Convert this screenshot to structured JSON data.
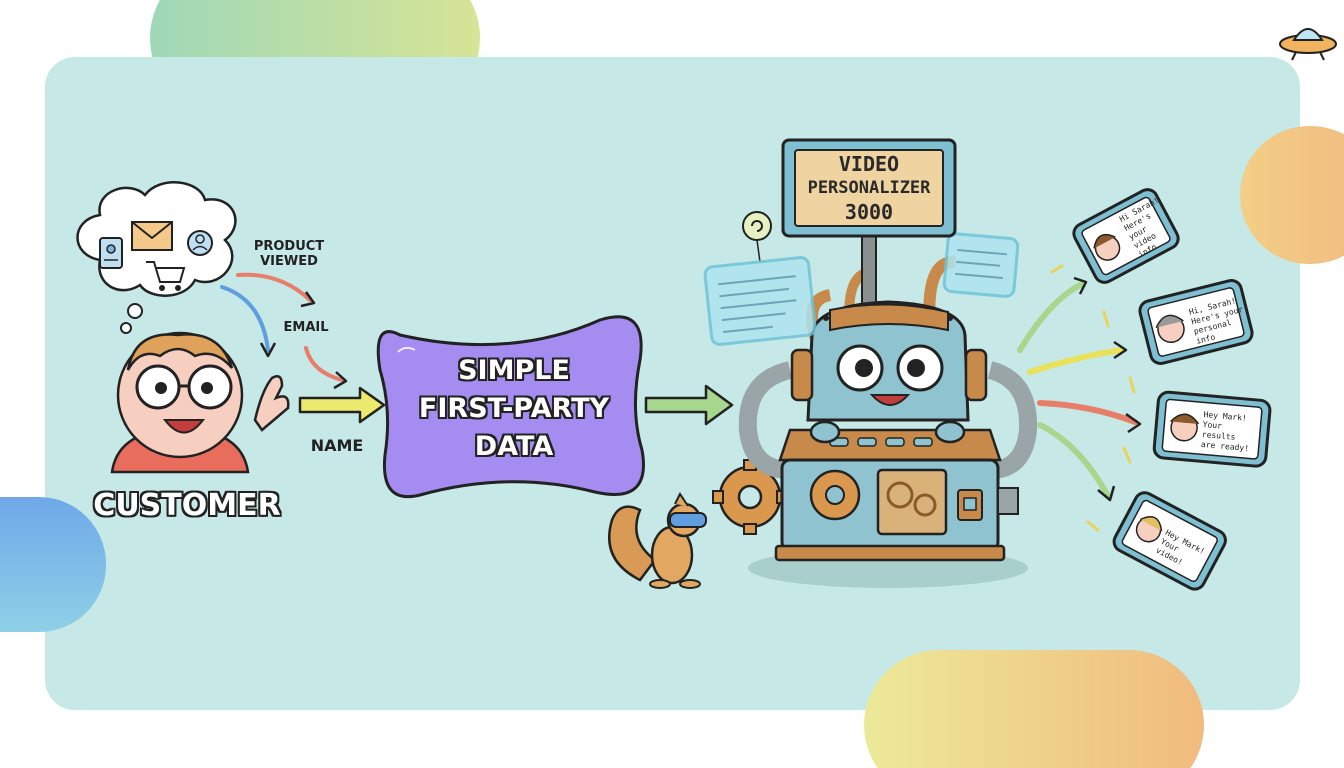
{
  "labels": {
    "product_viewed": [
      "PRODUCT",
      "VIEWED"
    ],
    "email": "EMAIL",
    "name": "NAME",
    "customer": "CUSTOMER"
  },
  "blob": {
    "lines": [
      "SIMPLE",
      "FIRST-PARTY",
      "DATA"
    ]
  },
  "sign": {
    "lines": [
      "VIDEO",
      "PERSONALIZER",
      "3000"
    ]
  },
  "phones": [
    {
      "lines": [
        "Hi Sarah!",
        "Here's your",
        "video info"
      ]
    },
    {
      "lines": [
        "Hi, Sarah!",
        "Here's your",
        "personal info"
      ]
    },
    {
      "lines": [
        "Hey Mark!",
        "Your results",
        "are ready!"
      ]
    },
    {
      "lines": [
        "Hey Mark!",
        "Your video!"
      ]
    }
  ],
  "icons": [
    "id-badge-icon",
    "envelope-icon",
    "user-circle-icon",
    "shopping-cart-icon",
    "ufo-icon",
    "gear-icon",
    "swirl-icon"
  ],
  "colors": {
    "panel": "#c6e8e6",
    "blob": "#a58cf0",
    "arrow_yellow": "#e8e25a",
    "arrow_green": "#9ccf8a",
    "arrow_red": "#e87e6a",
    "arrow_blue": "#5f9fe0",
    "machine": "#8ec3cf",
    "copper": "#c88a4a"
  }
}
